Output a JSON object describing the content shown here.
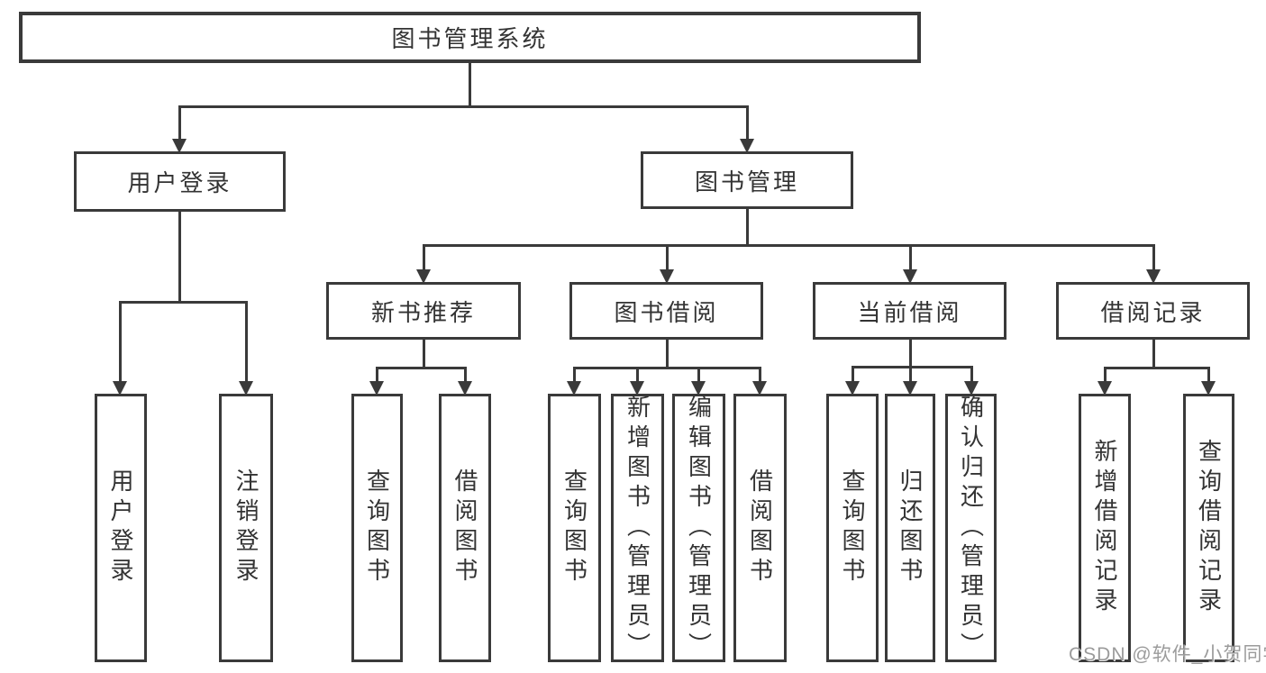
{
  "watermark": "CSDN @软件_小贺同学",
  "colors": {
    "line": "#3a3a3a",
    "text": "#333333",
    "background": "#ffffff",
    "watermark": "#9b9b9b"
  },
  "tree": {
    "root": "图书管理系统",
    "branches": [
      {
        "label": "用户登录",
        "children": [
          "用户登录",
          "注销登录"
        ]
      },
      {
        "label": "图书管理",
        "children": [
          {
            "label": "新书推荐",
            "children": [
              "查询图书",
              "借阅图书"
            ]
          },
          {
            "label": "图书借阅",
            "children": [
              "查询图书",
              "新增图书（管理员）",
              "编辑图书（管理员）",
              "借阅图书"
            ]
          },
          {
            "label": "当前借阅",
            "children": [
              "查询图书",
              "归还图书",
              "确认归还（管理员）"
            ]
          },
          {
            "label": "借阅记录",
            "children": [
              "新增借阅记录",
              "查询借阅记录"
            ]
          }
        ]
      }
    ]
  }
}
